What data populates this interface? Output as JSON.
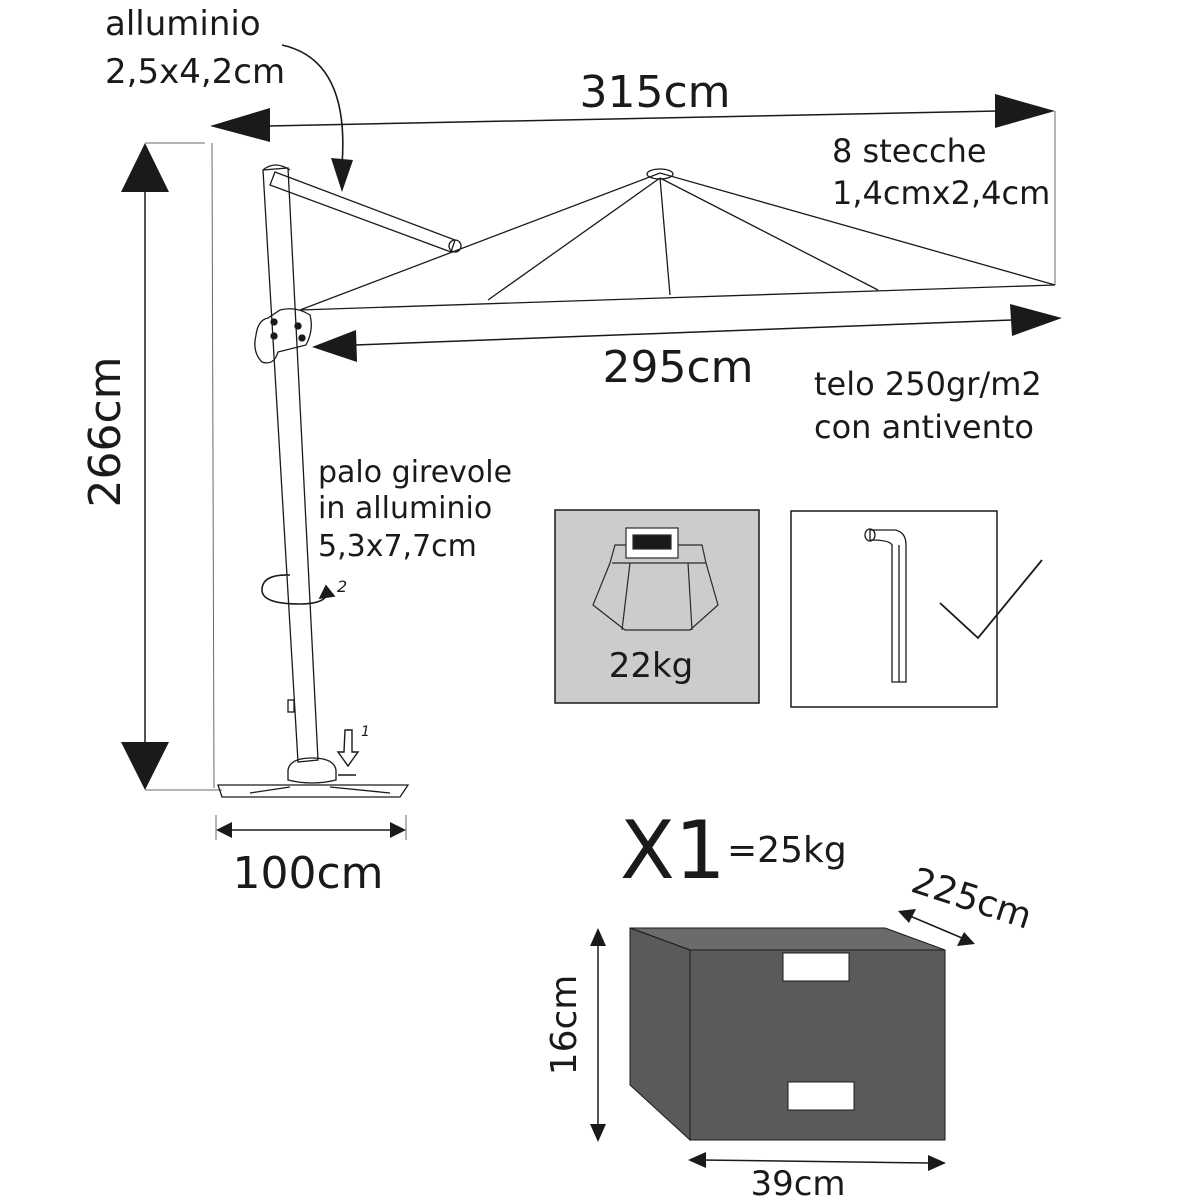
{
  "labels": {
    "arm_line1": "alluminio",
    "arm_line2": "2,5x4,2cm",
    "width_top": "315cm",
    "ribs_line1": "8 stecche",
    "ribs_line2": "1,4cmx2,4cm",
    "height": "266cm",
    "width_canopy": "295cm",
    "fabric_line1": "telo 250gr/m2",
    "fabric_line2": "con antivento",
    "pole_line1": "palo girevole",
    "pole_line2": "in alluminio",
    "pole_line3": "5,3x7,7cm",
    "rotate_step": "2",
    "lock_step": "1",
    "base_width": "100cm",
    "bag_weight": "22kg",
    "package_count": "X1",
    "package_weight": "=25kg",
    "package_length": "225cm",
    "package_height": "16cm",
    "package_width": "39cm"
  },
  "colors": {
    "line": "#1a1a1a",
    "thin_line": "#6a6a6a",
    "bag_panel_bg": "#cccccc",
    "package_front": "#5a5a5a",
    "package_top": "#6b6b6b"
  },
  "icons": {
    "sandbag": "sandbag-icon",
    "hex_key": "hex-key-icon",
    "check": "checkmark-icon",
    "rotate": "rotate-arrow-icon",
    "press": "press-arrow-icon"
  }
}
